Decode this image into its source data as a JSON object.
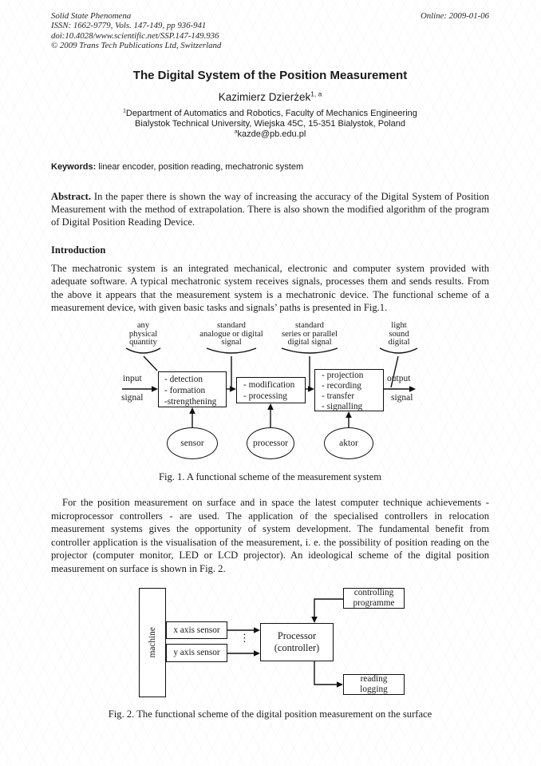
{
  "header": {
    "journal": "Solid State Phenomena",
    "issn_line": "ISSN: 1662-9779, Vols. 147-149, pp 936-941",
    "doi_line": "doi:10.4028/www.scientific.net/SSP.147-149.936",
    "copyright_line": "© 2009 Trans Tech Publications Ltd, Switzerland",
    "online_date": "Online: 2009-01-06"
  },
  "title": "The Digital System of the Position Measurement",
  "author": {
    "name": "Kazimierz Dzierżek",
    "sup": "1, a"
  },
  "affiliation": {
    "line1_sup": "1",
    "line1": "Department of Automatics and Robotics, Faculty of Mechanics Engineering",
    "line2": "Bialystok Technical University, Wiejska 45C, 15-351 Bialystok, Poland",
    "email_sup": "a",
    "email": "kazde@pb.edu.pl"
  },
  "keywords": {
    "label": "Keywords:",
    "text": " linear encoder, position reading, mechatronic system"
  },
  "abstract": {
    "label": "Abstract.",
    "text": " In the paper there is shown the way of increasing the accuracy of the Digital System of Position Measurement with the method of extrapolation. There is also shown the modified algorithm of the program of Digital Position Reading Device."
  },
  "introduction": {
    "heading": "Introduction",
    "para1": "The mechatronic system is an integrated mechanical, electronic and computer system provided with adequate software. A typical mechatronic system receives signals, processes them and sends results. From the above it appears that the measurement system is a mechatronic device. The functional scheme of a measurement device, with given basic tasks and signals’ paths is presented in Fig.1.",
    "para2": "For the position measurement on surface and in space the latest computer technique achievements - microprocessor controllers - are used. The application of the specialised controllers in relocation measurement systems gives the opportunity of system development. The fundamental benefit from controller application is the visualisation of the measurement, i. e. the possibility of position reading on the projector (computer monitor, LED or LCD projector). An ideological scheme of the digital position measurement on surface is shown in Fig. 2."
  },
  "fig1": {
    "caption": "Fig. 1. A functional scheme of the measurement system",
    "top_labels": [
      {
        "lines": [
          "any",
          "physical",
          "quantity"
        ]
      },
      {
        "lines": [
          "standard",
          "analogue or digital",
          "signal"
        ]
      },
      {
        "lines": [
          "standard",
          "series or parallel",
          "digital signal"
        ]
      },
      {
        "lines": [
          "light",
          "sound",
          "digital"
        ]
      }
    ],
    "boxes": [
      {
        "lines": [
          "- detection",
          "- formation",
          "-strengthening"
        ]
      },
      {
        "lines": [
          "- modification",
          "- processing"
        ]
      },
      {
        "lines": [
          "- projection",
          "- recording",
          "- transfer",
          "- signalling"
        ]
      }
    ],
    "ellipses": [
      "sensor",
      "processor",
      "aktor"
    ],
    "input_top": "input",
    "input_bottom": "signal",
    "output_top": "output",
    "output_bottom": "signal"
  },
  "fig2": {
    "caption": "Fig. 2. The functional scheme of the digital position measurement on the surface",
    "machine": "machine",
    "x_sensor": "x axis sensor",
    "y_sensor": "y axis sensor",
    "processor_lines": [
      "Processor",
      "(controller)"
    ],
    "controlling_lines": [
      "controlling",
      "programme"
    ],
    "reading_lines": [
      "reading",
      "logging"
    ],
    "dots": "⋮"
  }
}
